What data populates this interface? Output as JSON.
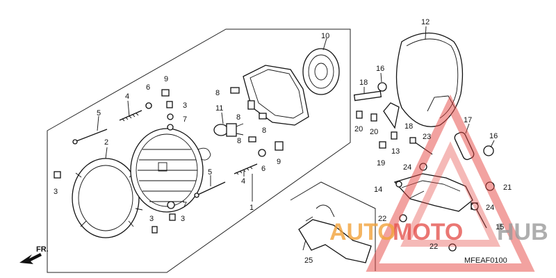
{
  "watermark": {
    "brand_left": "AUTO",
    "brand_mid": "MOTO",
    "brand_right": "HUB",
    "color_orange": "#f2a23a",
    "color_red": "#e44a45",
    "color_gray": "#9a9a9a"
  },
  "diagram_code": "MFEAF0100",
  "direction_label": "FR.",
  "callouts": [
    {
      "id": "c1",
      "text": "1"
    },
    {
      "id": "c2",
      "text": "2"
    },
    {
      "id": "c3a",
      "text": "3"
    },
    {
      "id": "c3b",
      "text": "3"
    },
    {
      "id": "c3c",
      "text": "3"
    },
    {
      "id": "c3d",
      "text": "3"
    },
    {
      "id": "c4a",
      "text": "4"
    },
    {
      "id": "c4b",
      "text": "4"
    },
    {
      "id": "c5a",
      "text": "5"
    },
    {
      "id": "c5b",
      "text": "5"
    },
    {
      "id": "c6a",
      "text": "6"
    },
    {
      "id": "c6b",
      "text": "6"
    },
    {
      "id": "c7a",
      "text": "7"
    },
    {
      "id": "c7b",
      "text": "7"
    },
    {
      "id": "c8a",
      "text": "8"
    },
    {
      "id": "c8b",
      "text": "8"
    },
    {
      "id": "c8c",
      "text": "8"
    },
    {
      "id": "c8d",
      "text": "8"
    },
    {
      "id": "c9a",
      "text": "9"
    },
    {
      "id": "c9b",
      "text": "9"
    },
    {
      "id": "c10",
      "text": "10"
    },
    {
      "id": "c11",
      "text": "11"
    },
    {
      "id": "c12",
      "text": "12"
    },
    {
      "id": "c13",
      "text": "13"
    },
    {
      "id": "c14",
      "text": "14"
    },
    {
      "id": "c15",
      "text": "15"
    },
    {
      "id": "c16a",
      "text": "16"
    },
    {
      "id": "c16b",
      "text": "16"
    },
    {
      "id": "c17",
      "text": "17"
    },
    {
      "id": "c18a",
      "text": "18"
    },
    {
      "id": "c18b",
      "text": "18"
    },
    {
      "id": "c19",
      "text": "19"
    },
    {
      "id": "c20a",
      "text": "20"
    },
    {
      "id": "c20b",
      "text": "20"
    },
    {
      "id": "c21",
      "text": "21"
    },
    {
      "id": "c22a",
      "text": "22"
    },
    {
      "id": "c22b",
      "text": "22"
    },
    {
      "id": "c23",
      "text": "23"
    },
    {
      "id": "c24a",
      "text": "24"
    },
    {
      "id": "c24b",
      "text": "24"
    },
    {
      "id": "c25",
      "text": "25"
    }
  ]
}
